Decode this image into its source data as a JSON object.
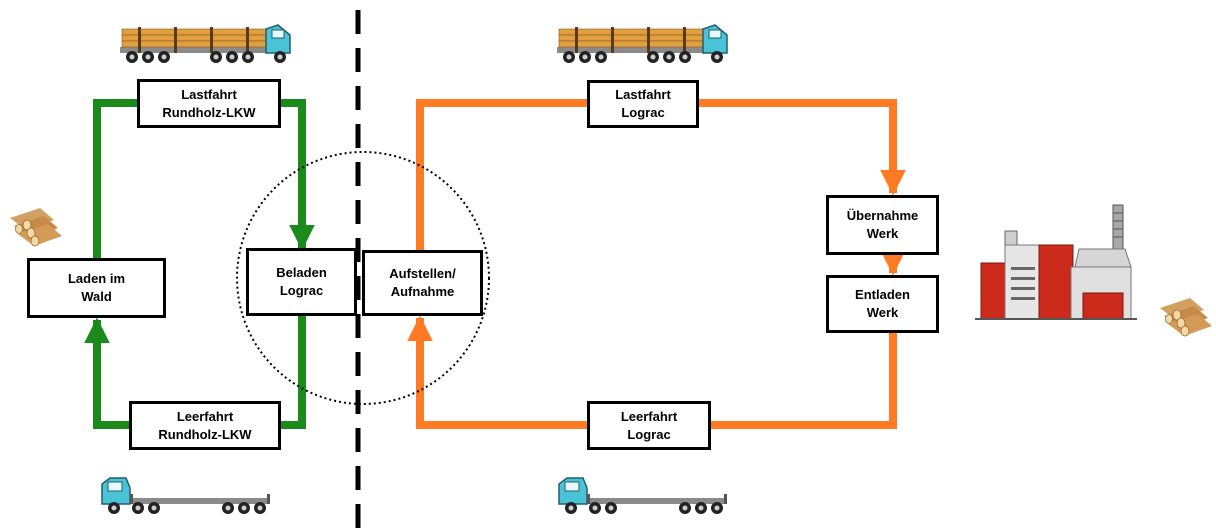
{
  "colors": {
    "green": "#1a8a1a",
    "orange": "#ff7a22",
    "box_border": "#000000",
    "divider": "#000000"
  },
  "nodes": {
    "lastfahrt_rundholz": {
      "line1": "Lastfahrt",
      "line2": "Rundholz-LKW"
    },
    "laden_wald": {
      "line1": "Laden im",
      "line2": "Wald"
    },
    "beladen_lograc": {
      "line1": "Beladen",
      "line2": "Lograc"
    },
    "leerfahrt_rundholz": {
      "line1": "Leerfahrt",
      "line2": "Rundholz-LKW"
    },
    "aufstellen": {
      "line1": "Aufstellen/",
      "line2": "Aufnahme"
    },
    "lastfahrt_lograc": {
      "line1": "Lastfahrt",
      "line2": "Lograc"
    },
    "uebernahme_werk": {
      "line1": "Übernahme",
      "line2": "Werk"
    },
    "entladen_werk": {
      "line1": "Entladen",
      "line2": "Werk"
    },
    "leerfahrt_lograc": {
      "line1": "Leerfahrt",
      "line2": "Lograc"
    }
  },
  "icons": {
    "loaded_truck": "loaded-log-truck-icon",
    "empty_truck": "empty-log-truck-icon",
    "log_pile": "log-pile-icon",
    "factory": "power-plant-icon"
  }
}
